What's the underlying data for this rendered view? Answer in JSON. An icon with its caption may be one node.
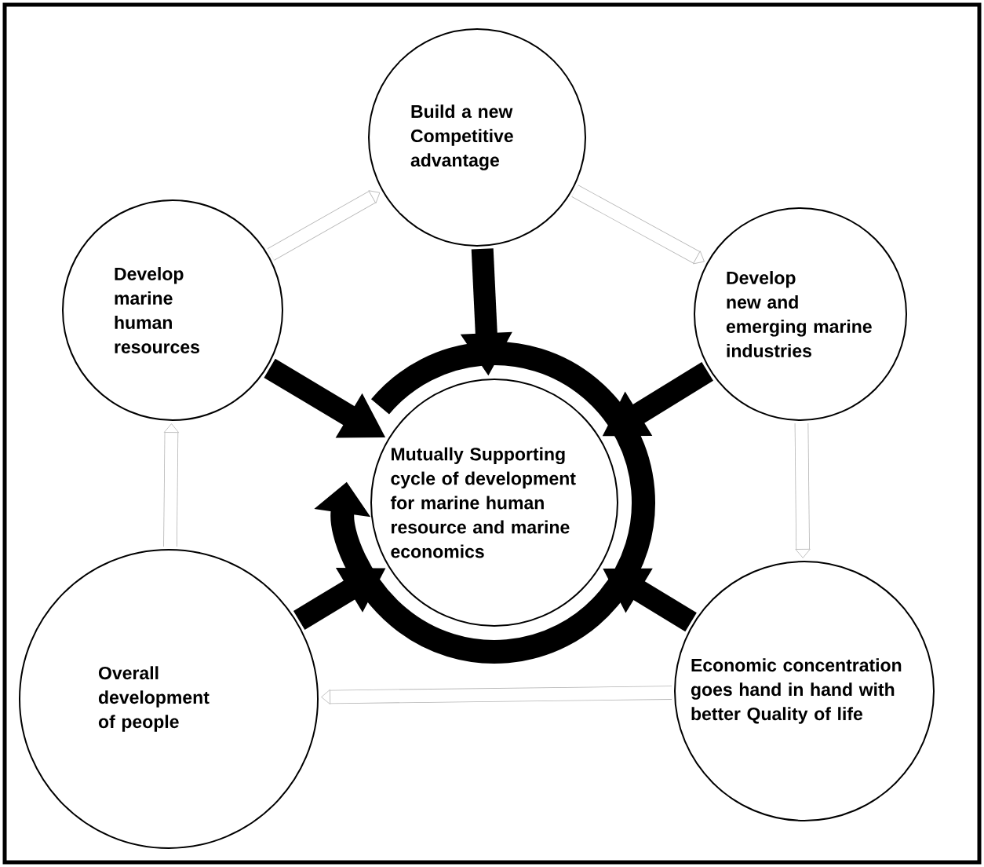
{
  "diagram": {
    "nodes": [
      {
        "text": [
          "Build a new Competitive advantage"
        ]
      },
      {
        "text": [
          "Develop marine human resources"
        ]
      },
      {
        "text": [
          "Develop new and emerging marine industries"
        ]
      },
      {
        "text": [
          "Mutually Supporting cycle of development for marine human resource and marine economics"
        ]
      },
      {
        "text": [
          "Overall development of people"
        ]
      },
      {
        "text": [
          "Economic concentration goes hand in hand with better Quality of life"
        ]
      }
    ],
    "edges": [
      {
        "from": 0,
        "to": 3,
        "arrow": "to",
        "color": "#000000"
      },
      {
        "from": 1,
        "to": 3,
        "arrow": "to",
        "color": "#000000"
      },
      {
        "from": 2,
        "to": 3,
        "arrow": "to",
        "color": "#000000"
      },
      {
        "from": 4,
        "to": 3,
        "arrow": "to",
        "color": "#000000"
      },
      {
        "from": 5,
        "to": 3,
        "arrow": "to",
        "color": "#000000"
      },
      {
        "from": 1,
        "to": 0,
        "arrow": "to",
        "color": "#b4b4b4"
      },
      {
        "from": 0,
        "to": 2,
        "arrow": "to",
        "color": "#b4b4b4"
      },
      {
        "from": 2,
        "to": 5,
        "arrow": "to",
        "color": "#b4b4b4"
      },
      {
        "from": 5,
        "to": 4,
        "arrow": "to",
        "color": "#b4b4b4"
      },
      {
        "from": 4,
        "to": 1,
        "arrow": "to",
        "color": "#b4b4b4"
      }
    ]
  }
}
